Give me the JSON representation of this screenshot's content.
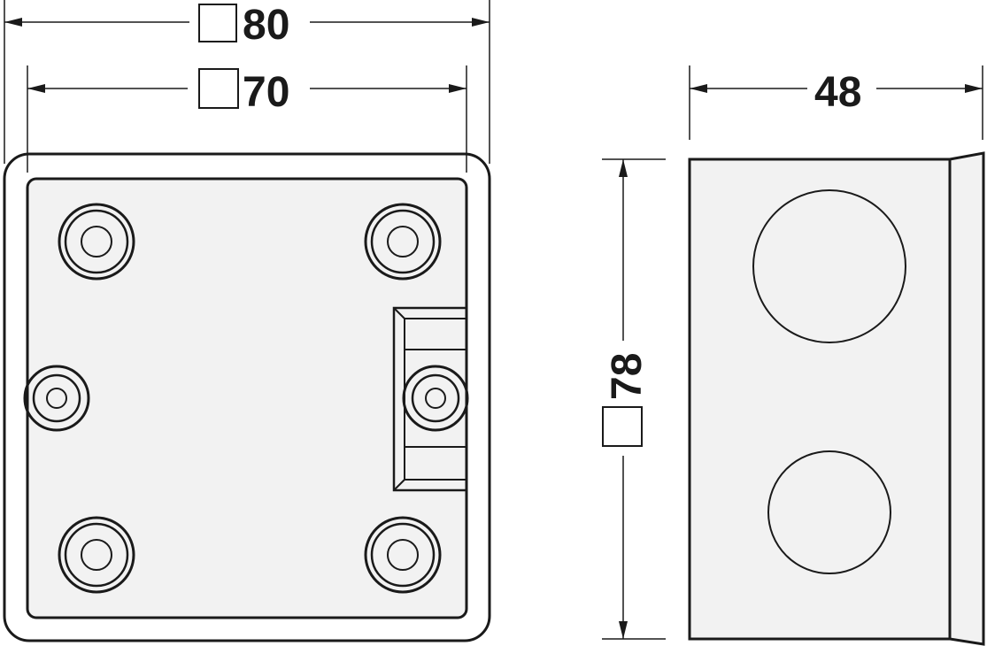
{
  "dimensions": {
    "outer_width": {
      "prefix_symbol": "square",
      "value": "80"
    },
    "inner_width": {
      "prefix_symbol": "square",
      "value": "70"
    },
    "side_depth": {
      "value": "48"
    },
    "side_height": {
      "prefix_symbol": "square",
      "value": "78"
    }
  },
  "colors": {
    "line": "#1a1a1a",
    "panel": "#f2f2f2",
    "background": "#ffffff"
  }
}
